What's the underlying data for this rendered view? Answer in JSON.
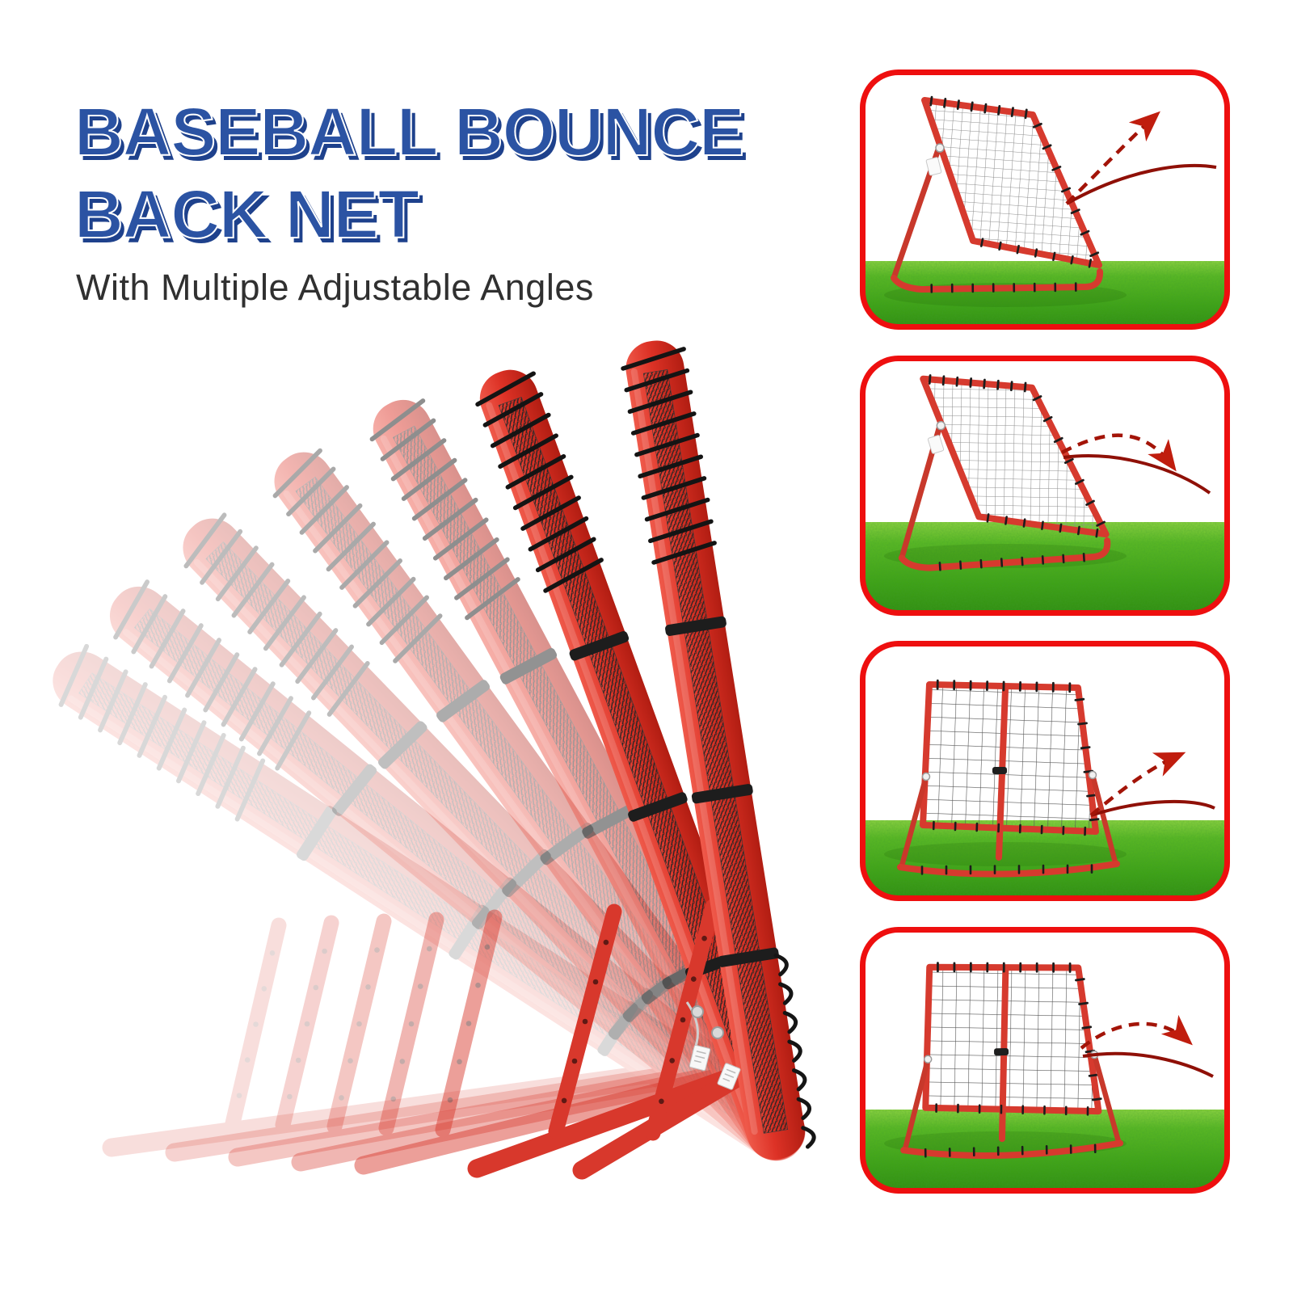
{
  "title": {
    "line1": "BASEBALL BOUNCE",
    "line2": "BACK NET"
  },
  "subtitle": "With Multiple Adjustable Angles",
  "colors": {
    "title_blue": "#2b53a3",
    "title_shadow_blue": "#1e418c",
    "panel_border_red": "#ee0f0f",
    "frame_red": "#d63a2e",
    "ghost_pink": "#e98d85",
    "trajectory_dark_red": "#a31408",
    "arrowhead_red": "#c01d0e",
    "grass_green": "#46a417",
    "net_black": "#1c1c1c"
  },
  "main_illustration": {
    "name": "adjustable-angle-fan",
    "positions_shown": 7
  },
  "panels": [
    {
      "name": "angle-position-1",
      "bounce_direction": "steep-upward"
    },
    {
      "name": "angle-position-2",
      "bounce_direction": "arc-downward"
    },
    {
      "name": "angle-position-3",
      "bounce_direction": "medium-upward"
    },
    {
      "name": "angle-position-4",
      "bounce_direction": "arc-downward"
    }
  ],
  "icons": {
    "dashed_arrow": "bounce-trajectory-dashed-arrow-icon",
    "solid_line": "incoming-shot-line",
    "net_graphic": "rebounder-net-graphic"
  }
}
